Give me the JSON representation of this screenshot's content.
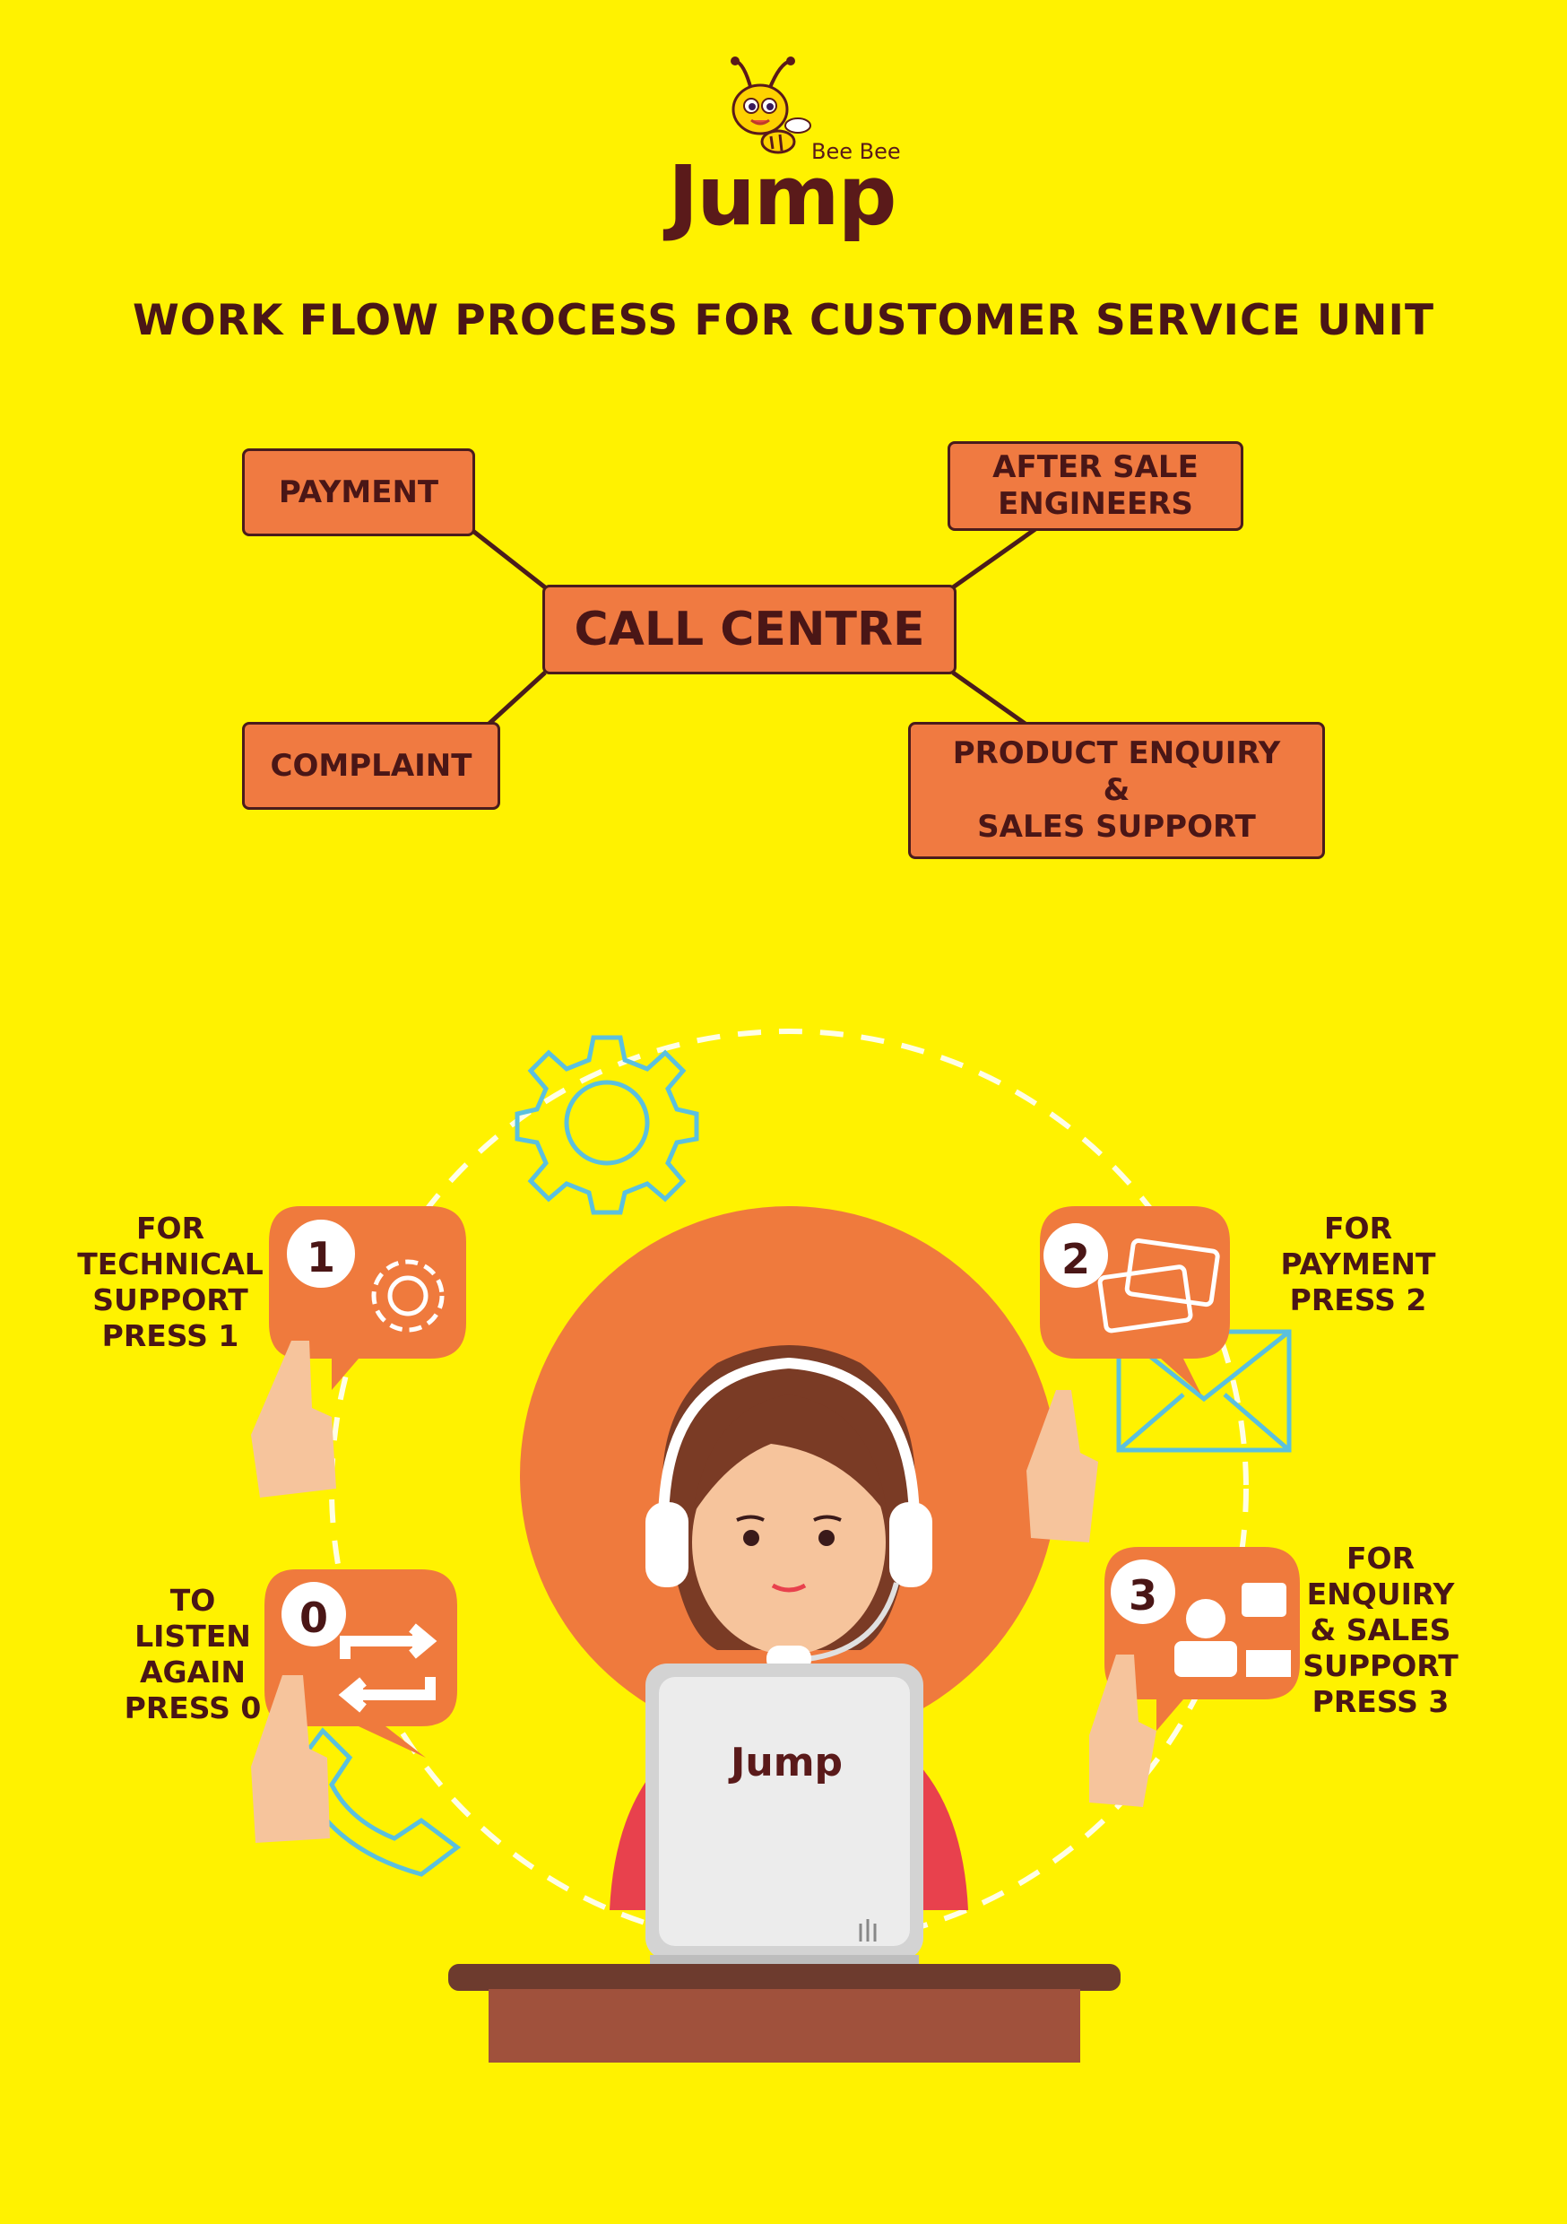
{
  "brand": {
    "small": "Bee Bee",
    "big": "Jump",
    "laptop_logo": "Jump"
  },
  "title": "WORK FLOW PROCESS FOR CUSTOMER SERVICE UNIT",
  "diagram": {
    "center": "CALL CENTRE",
    "payment": "PAYMENT",
    "after_sale": "AFTER SALE\nENGINEERS",
    "complaint": "COMPLAINT",
    "product_enquiry": "PRODUCT ENQUIRY\n&\nSALES SUPPORT"
  },
  "options": [
    {
      "number": "1",
      "label": "FOR\nTECHNICAL\nSUPPORT\nPRESS 1",
      "icon": "gear-settings-icon"
    },
    {
      "number": "2",
      "label": "FOR\nPAYMENT\nPRESS 2",
      "icon": "credit-card-icon"
    },
    {
      "number": "0",
      "label": "TO\nLISTEN\nAGAIN\nPRESS 0",
      "icon": "repeat-icon"
    },
    {
      "number": "3",
      "label": "FOR\nENQUIRY\n& SALES\nSUPPORT\nPRESS 3",
      "icon": "support-person-icon"
    }
  ],
  "colors": {
    "background": "#fff200",
    "box": "#f07a41",
    "text": "#4a1616",
    "accent_orange": "#ef7a3d"
  }
}
